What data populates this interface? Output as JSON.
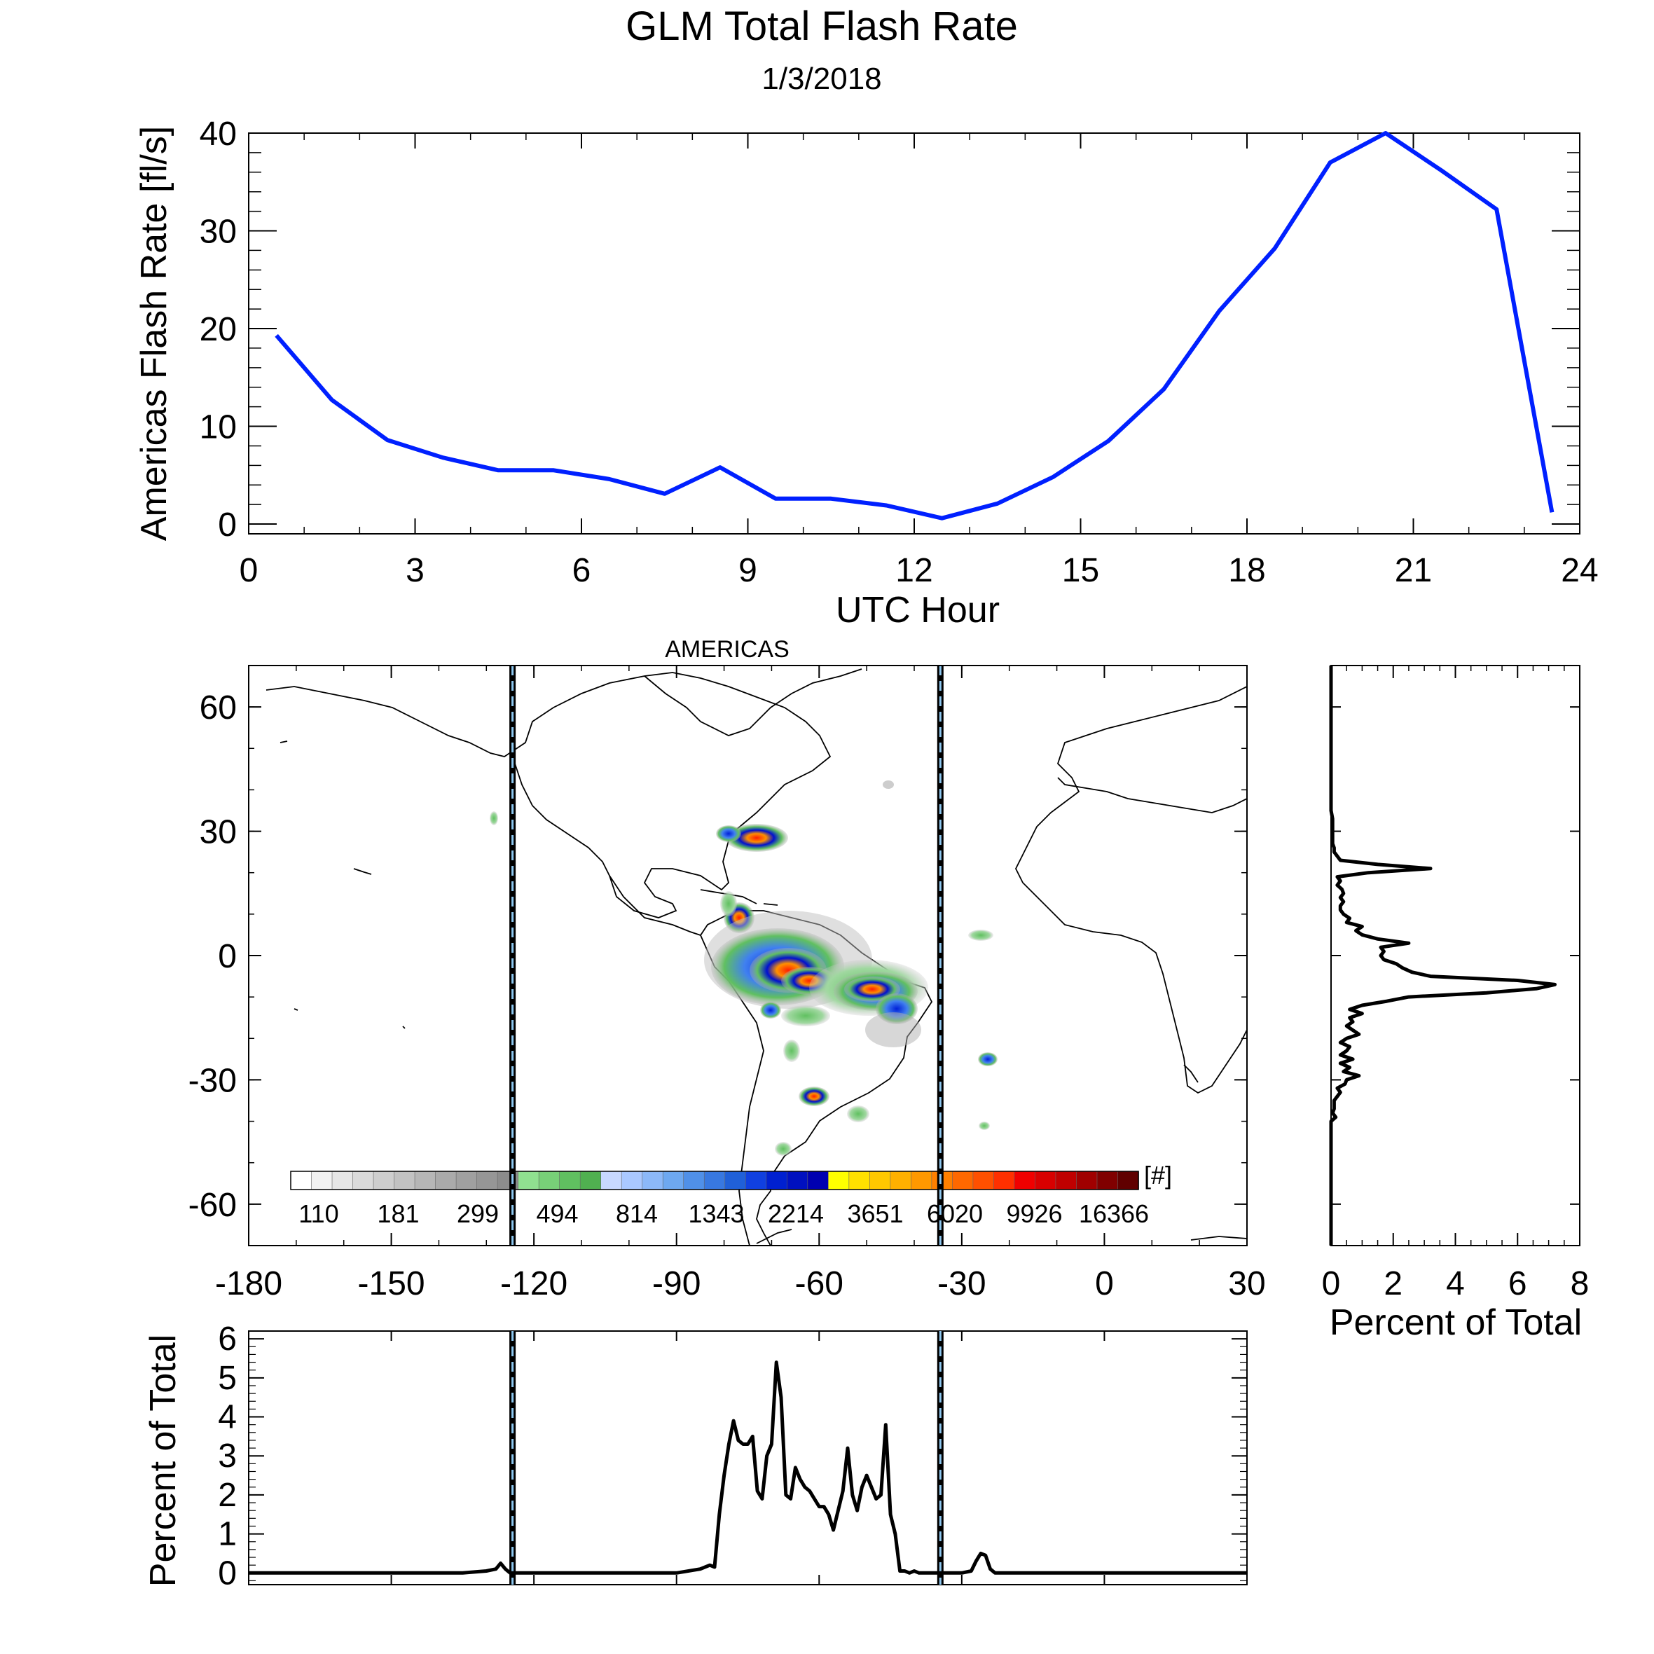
{
  "title": "GLM Total Flash Rate",
  "subtitle": "1/3/2018",
  "map_title": "AMERICAS",
  "colorbar_unit": "[#]",
  "colorbar_labels": [
    "110",
    "181",
    "299",
    "494",
    "814",
    "1343",
    "2214",
    "3651",
    "6020",
    "9926",
    "16366"
  ],
  "colorbar_colors": [
    "#ffffff",
    "#f2f2f2",
    "#e6e6e6",
    "#dadada",
    "#cecece",
    "#c2c2c2",
    "#b6b6b6",
    "#aaaaaa",
    "#a0a0a0",
    "#969696",
    "#8c8c8c",
    "#90e090",
    "#78d078",
    "#60c060",
    "#50b050",
    "#c8d8ff",
    "#aac8ff",
    "#8cb8f8",
    "#6ea8f0",
    "#5090e8",
    "#3878e0",
    "#2060d8",
    "#1040e0",
    "#0020d0",
    "#0010c0",
    "#0000b0",
    "#ffff00",
    "#ffe000",
    "#ffc800",
    "#ffb000",
    "#ff9800",
    "#ff8000",
    "#ff6800",
    "#ff5000",
    "#ff3000",
    "#f00000",
    "#d80000",
    "#c00000",
    "#a00000",
    "#800000",
    "#600000"
  ],
  "chart_data": [
    {
      "type": "line",
      "xlabel": "UTC Hour",
      "ylabel": "Americas Flash Rate [fl/s]",
      "xlim": [
        0,
        24
      ],
      "ylim": [
        -1,
        40
      ],
      "xticks": [
        "0",
        "3",
        "6",
        "9",
        "12",
        "15",
        "18",
        "21",
        "24"
      ],
      "yticks": [
        "0",
        "10",
        "20",
        "30",
        "40"
      ],
      "color": "#0020ff",
      "x": [
        0.5,
        1.5,
        2.5,
        3.5,
        4.5,
        5.5,
        6.5,
        7.5,
        8.5,
        9.5,
        10.5,
        11.5,
        12.5,
        13.5,
        14.5,
        15.5,
        16.5,
        17.5,
        18.5,
        19.5,
        20.5,
        21.5,
        22.5,
        23.5
      ],
      "y": [
        19.3,
        12.7,
        8.6,
        6.8,
        5.5,
        5.5,
        4.6,
        3.1,
        5.8,
        2.6,
        2.6,
        1.9,
        0.6,
        2.1,
        4.8,
        8.5,
        13.8,
        21.8,
        28.2,
        37.0,
        40.0,
        36.2,
        32.2,
        1.2
      ]
    },
    {
      "type": "heatmap",
      "title": "AMERICAS",
      "xlim": [
        -180,
        30
      ],
      "ylim": [
        -70,
        70
      ],
      "xticks": [
        "-180",
        "-150",
        "-120",
        "-90",
        "-60",
        "-30",
        "0",
        "30"
      ],
      "yticks": [
        "-60",
        "-30",
        "0",
        "30",
        "60"
      ],
      "boundaries": [
        -124.5,
        -34.5
      ]
    },
    {
      "type": "line",
      "ylabel": "Percent of Total",
      "xlim": [
        -180,
        30
      ],
      "ylim": [
        -0.3,
        6.2
      ],
      "yticks": [
        "0",
        "1",
        "2",
        "3",
        "4",
        "5",
        "6"
      ],
      "boundaries": [
        -124.5,
        -34.5
      ],
      "x": [
        -180,
        -135,
        -130,
        -128,
        -127,
        -126,
        -125,
        -123,
        -120,
        -115,
        -90,
        -85,
        -83,
        -82,
        -81,
        -80,
        -79,
        -78,
        -77,
        -76,
        -75,
        -74,
        -73,
        -72,
        -71,
        -70,
        -69,
        -68,
        -67,
        -66,
        -65,
        -64,
        -63,
        -62,
        -61,
        -60,
        -59,
        -58,
        -57,
        -56,
        -55,
        -54,
        -53,
        -52,
        -51,
        -50,
        -49,
        -48,
        -47,
        -46,
        -45,
        -44,
        -43,
        -42,
        -41,
        -40,
        -39,
        -38,
        -37,
        -36,
        -35,
        -34,
        -33,
        -32,
        -30,
        -28,
        -27,
        -26,
        -25,
        -24,
        -23,
        -20,
        30
      ],
      "y": [
        0,
        0,
        0.05,
        0.1,
        0.25,
        0.1,
        0,
        0,
        0,
        0,
        0,
        0.1,
        0.2,
        0.15,
        1.5,
        2.5,
        3.3,
        3.9,
        3.4,
        3.3,
        3.3,
        3.5,
        2.1,
        1.9,
        3.0,
        3.3,
        5.4,
        4.5,
        2.0,
        1.9,
        2.7,
        2.4,
        2.2,
        2.1,
        1.9,
        1.7,
        1.7,
        1.5,
        1.1,
        1.6,
        2.1,
        3.2,
        2.0,
        1.6,
        2.2,
        2.5,
        2.2,
        1.9,
        2.0,
        3.8,
        1.5,
        1.0,
        0.05,
        0.05,
        0,
        0.05,
        0,
        0,
        0,
        0,
        0,
        0,
        0,
        0,
        0,
        0.05,
        0.3,
        0.5,
        0.45,
        0.1,
        0,
        0,
        0
      ]
    },
    {
      "type": "line",
      "xlabel": "Percent of Total",
      "xlim": [
        0,
        8
      ],
      "ylim": [
        -70,
        70
      ],
      "xticks": [
        "0",
        "2",
        "4",
        "6",
        "8"
      ],
      "lat": [
        -70,
        -40,
        -39,
        -38,
        -37,
        -35,
        -33,
        -32,
        -31,
        -30,
        -29,
        -28,
        -27,
        -26,
        -25,
        -24,
        -23,
        -22,
        -21,
        -20,
        -19,
        -18,
        -17,
        -16,
        -15,
        -14,
        -13,
        -12,
        -11,
        -10,
        -9,
        -8,
        -7,
        -6,
        -5,
        -4,
        -3,
        -2,
        -1,
        0,
        1,
        2,
        3,
        4,
        5,
        6,
        7,
        8,
        9,
        10,
        11,
        12,
        13,
        14,
        15,
        16,
        17,
        18,
        19,
        20,
        21,
        22,
        23,
        24,
        25,
        26,
        27,
        28,
        30,
        33,
        35,
        70
      ],
      "pct": [
        0,
        0,
        0.15,
        0.05,
        0.1,
        0.1,
        0.3,
        0.2,
        0.45,
        0.5,
        0.9,
        0.4,
        0.6,
        0.3,
        0.7,
        0.3,
        0.5,
        0.6,
        0.3,
        0.5,
        0.9,
        0.7,
        0.5,
        0.7,
        0.6,
        1.0,
        0.6,
        1.0,
        1.8,
        2.5,
        5.0,
        6.6,
        7.2,
        6.0,
        3.2,
        2.6,
        2.3,
        2.1,
        1.7,
        1.6,
        1.7,
        1.6,
        2.5,
        1.5,
        1.0,
        0.8,
        1.0,
        0.5,
        0.6,
        0.4,
        0.3,
        0.3,
        0.4,
        0.3,
        0.4,
        0.35,
        0.2,
        0.3,
        0.2,
        1.2,
        3.2,
        1.5,
        0.3,
        0.2,
        0.1,
        0.1,
        0.05,
        0.05,
        0.05,
        0.05,
        0,
        0
      ]
    }
  ]
}
